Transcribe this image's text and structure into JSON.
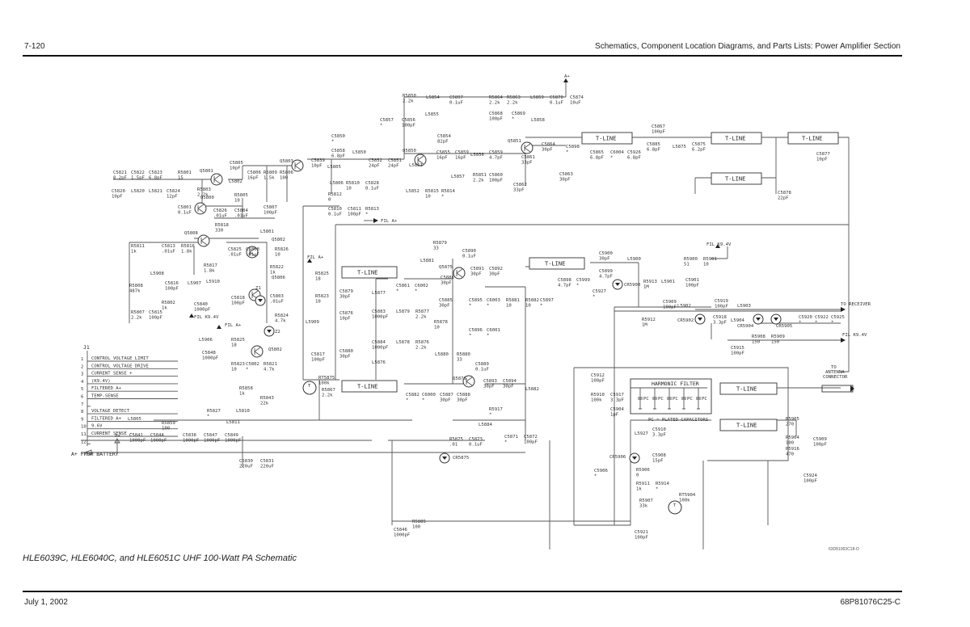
{
  "header": {
    "page_number": "7-120",
    "section_title": "Schematics, Component Location Diagrams, and Parts Lists: Power Amplifier Section"
  },
  "figure": {
    "caption": "HLE6039C, HLE6040C, and HLE6051C UHF 100-Watt PA Schematic",
    "drawing_code": "63D81063C18-O"
  },
  "footer": {
    "date": "July 1, 2002",
    "doc_number": "68P81076C25-C"
  },
  "connector_j1": {
    "name": "J1",
    "pins": [
      {
        "num": "1",
        "label": "CONTROL VOLTAGE LIMIT"
      },
      {
        "num": "2",
        "label": "CONTROL VOLTAGE DRIVE"
      },
      {
        "num": "3",
        "label": "CURRENT SENSE +"
      },
      {
        "num": "4",
        "label": "(K9.4V)"
      },
      {
        "num": "5",
        "label": "FILTERED A+"
      },
      {
        "num": "6",
        "label": "TEMP-SENSE"
      },
      {
        "num": "7",
        "label": ""
      },
      {
        "num": "8",
        "label": "VOLTAGE DETECT"
      },
      {
        "num": "9",
        "label": "FILTERED A+"
      },
      {
        "num": "10",
        "label": "9.6V"
      },
      {
        "num": "11",
        "label": "CURRENT SENSE -"
      },
      {
        "num": "12",
        "label": ""
      }
    ],
    "battery_label": "A+ FROM BATTERY"
  },
  "blocks": {
    "tline": "T-LINE",
    "harmonic_filter": "HARMONIC FILTER",
    "pc_note": "PC = PLATED CAPACITORS",
    "pc": "PC",
    "to_receiver": "TO RECEIVER",
    "to_antenna": "TO ANTENNA CONNECTOR",
    "fil_k94v": "FIL K9.4V",
    "fil_a_plus": "FIL A+",
    "a_plus": "A+"
  },
  "components": [
    {
      "ref": "C5821",
      "val": "8.2pF"
    },
    {
      "ref": "C5822",
      "val": "1.5pF"
    },
    {
      "ref": "C5823",
      "val": "6.8pF"
    },
    {
      "ref": "R5801",
      "val": "15"
    },
    {
      "ref": "Q5801",
      "val": ""
    },
    {
      "ref": "C5805",
      "val": "10pF"
    },
    {
      "ref": "C5806",
      "val": "16pF"
    },
    {
      "ref": "R5809",
      "val": "1.5k"
    },
    {
      "ref": "R5806",
      "val": "100"
    },
    {
      "ref": "Q5803",
      "val": ""
    },
    {
      "ref": "C5820",
      "val": "10pF"
    },
    {
      "ref": "L5820",
      "val": ""
    },
    {
      "ref": "L5821",
      "val": ""
    },
    {
      "ref": "C5824",
      "val": "12pF"
    },
    {
      "ref": "R5803",
      "val": "2.2k"
    },
    {
      "ref": "L5802",
      "val": ""
    },
    {
      "ref": "Q5800",
      "val": ""
    },
    {
      "ref": "C5801",
      "val": "0.1uF"
    },
    {
      "ref": "R5805",
      "val": "10"
    },
    {
      "ref": "C5826",
      "val": ".01uF"
    },
    {
      "ref": "C5804",
      "val": ".01uF"
    },
    {
      "ref": "C5807",
      "val": "100pF"
    },
    {
      "ref": "R5818",
      "val": "330"
    },
    {
      "ref": "Q5808",
      "val": ""
    },
    {
      "ref": "L5801",
      "val": ""
    },
    {
      "ref": "Q5802",
      "val": ""
    },
    {
      "ref": "R5811",
      "val": "1k"
    },
    {
      "ref": "C5813",
      "val": ".01uF"
    },
    {
      "ref": "R5816",
      "val": "1.8k"
    },
    {
      "ref": "C5825",
      "val": ".01uF"
    },
    {
      "ref": "C5808",
      "val": ".01uF"
    },
    {
      "ref": "R5826",
      "val": "10"
    },
    {
      "ref": "R5817",
      "val": "1.8k"
    },
    {
      "ref": "L5908",
      "val": ""
    },
    {
      "ref": "R5808",
      "val": "487k"
    },
    {
      "ref": "C5816",
      "val": "100pF"
    },
    {
      "ref": "L5907",
      "val": ""
    },
    {
      "ref": "L5910",
      "val": ""
    },
    {
      "ref": "R5822",
      "val": "1k"
    },
    {
      "ref": "Q5806",
      "val": ""
    },
    {
      "ref": "R5825",
      "val": "18"
    },
    {
      "ref": "R5823",
      "val": "10"
    },
    {
      "ref": "C5840",
      "val": "1000pF"
    },
    {
      "ref": "C5818",
      "val": "100pF"
    },
    {
      "ref": "Z1",
      "val": ""
    },
    {
      "ref": "C5803",
      "val": ".01uF"
    },
    {
      "ref": "R5802",
      "val": "1k"
    },
    {
      "ref": "R5807",
      "val": "2.2k"
    },
    {
      "ref": "C5815",
      "val": "100pF"
    },
    {
      "ref": "R5824",
      "val": "4.7k"
    },
    {
      "ref": "Z2",
      "val": ""
    },
    {
      "ref": "L5909",
      "val": ""
    },
    {
      "ref": "L5906",
      "val": ""
    },
    {
      "ref": "R5825b",
      "val": "18"
    },
    {
      "ref": "C5848",
      "val": "1000pF"
    },
    {
      "ref": "Q5802b",
      "val": ""
    },
    {
      "ref": "C5817",
      "val": "100pF"
    },
    {
      "ref": "R5823b",
      "val": "10"
    },
    {
      "ref": "C5802",
      "val": "*"
    },
    {
      "ref": "R5821",
      "val": "4.7k"
    },
    {
      "ref": "RT5875",
      "val": "100k"
    },
    {
      "ref": "R5858",
      "val": "1k"
    },
    {
      "ref": "R5843",
      "val": "22k"
    },
    {
      "ref": "R5867",
      "val": "2.2k"
    },
    {
      "ref": "R5827",
      "val": "*"
    },
    {
      "ref": "L5810",
      "val": ""
    },
    {
      "ref": "L5811",
      "val": ""
    },
    {
      "ref": "L5805",
      "val": ""
    },
    {
      "ref": "R5859",
      "val": "100"
    },
    {
      "ref": "C5841",
      "val": "1000pF"
    },
    {
      "ref": "C5844",
      "val": "1000pF"
    },
    {
      "ref": "C5838",
      "val": "1000pF"
    },
    {
      "ref": "C5847",
      "val": "1000pF"
    },
    {
      "ref": "C5849",
      "val": "1000pF"
    },
    {
      "ref": "C5830",
      "val": "220uF"
    },
    {
      "ref": "C5831",
      "val": "220uF"
    },
    {
      "ref": "C5850",
      "val": "*"
    },
    {
      "ref": "C5858",
      "val": "6.8pF"
    },
    {
      "ref": "L5850",
      "val": ""
    },
    {
      "ref": "C5839",
      "val": "10pF"
    },
    {
      "ref": "L5805b",
      "val": ""
    },
    {
      "ref": "C5852",
      "val": "24pF"
    },
    {
      "ref": "C5851",
      "val": "24pF"
    },
    {
      "ref": "Q5850",
      "val": ""
    },
    {
      "ref": "L5851",
      "val": ""
    },
    {
      "ref": "L5806",
      "val": ""
    },
    {
      "ref": "R5810",
      "val": "10"
    },
    {
      "ref": "C5828",
      "val": "0.1uF"
    },
    {
      "ref": "R5812",
      "val": "0"
    },
    {
      "ref": "C5810",
      "val": "0.1uF"
    },
    {
      "ref": "C5811",
      "val": "100pF"
    },
    {
      "ref": "R5813",
      "val": "*"
    },
    {
      "ref": "L5852",
      "val": ""
    },
    {
      "ref": "R5815",
      "val": "10"
    },
    {
      "ref": "R5814",
      "val": "*"
    },
    {
      "ref": "R5850",
      "val": "2.2k"
    },
    {
      "ref": "L5854",
      "val": ""
    },
    {
      "ref": "C5897",
      "val": "0.1uF"
    },
    {
      "ref": "L5855",
      "val": ""
    },
    {
      "ref": "C5857",
      "val": "*"
    },
    {
      "ref": "C5856",
      "val": "100pF"
    },
    {
      "ref": "C5854",
      "val": "82pF"
    },
    {
      "ref": "C5855",
      "val": "16pF"
    },
    {
      "ref": "C5859",
      "val": "16pF"
    },
    {
      "ref": "L5856",
      "val": ""
    },
    {
      "ref": "C5859b",
      "val": "4.7pF"
    },
    {
      "ref": "L5857",
      "val": ""
    },
    {
      "ref": "R5851",
      "val": "2.2k"
    },
    {
      "ref": "C5860",
      "val": "100pF"
    },
    {
      "ref": "Q5851",
      "val": ""
    },
    {
      "ref": "C5861",
      "val": "33pF"
    },
    {
      "ref": "C5862",
      "val": "33pF"
    },
    {
      "ref": "R5864",
      "val": "2.2k"
    },
    {
      "ref": "R5863",
      "val": "2.2k"
    },
    {
      "ref": "L5859",
      "val": ""
    },
    {
      "ref": "C5870",
      "val": "0.1uF"
    },
    {
      "ref": "C5874",
      "val": "10uF"
    },
    {
      "ref": "C5868",
      "val": "100pF"
    },
    {
      "ref": "C5869",
      "val": "*"
    },
    {
      "ref": "L5858",
      "val": ""
    },
    {
      "ref": "C5864",
      "val": "30pF"
    },
    {
      "ref": "C5898",
      "val": "*"
    },
    {
      "ref": "C5863",
      "val": "30pF"
    },
    {
      "ref": "C5865",
      "val": "6.8pF"
    },
    {
      "ref": "C6004",
      "val": "*"
    },
    {
      "ref": "C5926",
      "val": "6.8pF"
    },
    {
      "ref": "C5867",
      "val": "100pF"
    },
    {
      "ref": "C5885",
      "val": "6.8pF"
    },
    {
      "ref": "L5875",
      "val": ""
    },
    {
      "ref": "C5875",
      "val": "6.2pF"
    },
    {
      "ref": "C5877",
      "val": "10pF"
    },
    {
      "ref": "C5878",
      "val": "22pF"
    },
    {
      "ref": "R5879",
      "val": "33"
    },
    {
      "ref": "C5890",
      "val": "0.1uF"
    },
    {
      "ref": "L5881",
      "val": ""
    },
    {
      "ref": "Q5875",
      "val": ""
    },
    {
      "ref": "C5891",
      "val": "30pF"
    },
    {
      "ref": "C5892",
      "val": "30pF"
    },
    {
      "ref": "C5886",
      "val": "30pF"
    },
    {
      "ref": "C5861b",
      "val": "*"
    },
    {
      "ref": "C6002",
      "val": "*"
    },
    {
      "ref": "C5879",
      "val": "30pF"
    },
    {
      "ref": "L5877",
      "val": ""
    },
    {
      "ref": "C5876",
      "val": "10pF"
    },
    {
      "ref": "C5883",
      "val": "1000pF"
    },
    {
      "ref": "L5879",
      "val": ""
    },
    {
      "ref": "R5877",
      "val": "2.2k"
    },
    {
      "ref": "C5885b",
      "val": "30pF"
    },
    {
      "ref": "C5895",
      "val": "*"
    },
    {
      "ref": "C6003",
      "val": "*"
    },
    {
      "ref": "R5881",
      "val": "10"
    },
    {
      "ref": "R5882",
      "val": "10"
    },
    {
      "ref": "C5897b",
      "val": "*"
    },
    {
      "ref": "R5878",
      "val": "10"
    },
    {
      "ref": "C5896",
      "val": "*"
    },
    {
      "ref": "C6001",
      "val": "*"
    },
    {
      "ref": "C5884",
      "val": "1000pF"
    },
    {
      "ref": "L5878",
      "val": ""
    },
    {
      "ref": "R5876",
      "val": "2.2k"
    },
    {
      "ref": "C5880",
      "val": "30pF"
    },
    {
      "ref": "L5876",
      "val": ""
    },
    {
      "ref": "L5880",
      "val": ""
    },
    {
      "ref": "R5880",
      "val": "33"
    },
    {
      "ref": "C5889",
      "val": "0.1uF"
    },
    {
      "ref": "Q5876",
      "val": ""
    },
    {
      "ref": "C5893",
      "val": "30pF"
    },
    {
      "ref": "C5894",
      "val": "30pF"
    },
    {
      "ref": "L5882",
      "val": ""
    },
    {
      "ref": "C5882",
      "val": "*"
    },
    {
      "ref": "C6000",
      "val": "*"
    },
    {
      "ref": "C5887",
      "val": "30pF"
    },
    {
      "ref": "C5888",
      "val": "30pF"
    },
    {
      "ref": "R5917",
      "val": "*"
    },
    {
      "ref": "L5884",
      "val": ""
    },
    {
      "ref": "R5875",
      "val": ".01"
    },
    {
      "ref": "C5873",
      "val": "0.1uF"
    },
    {
      "ref": "C5871",
      "val": "*"
    },
    {
      "ref": "C5872",
      "val": "100pF"
    },
    {
      "ref": "CR5875",
      "val": ""
    },
    {
      "ref": "R5885",
      "val": "100"
    },
    {
      "ref": "C5846",
      "val": "1000pF"
    },
    {
      "ref": "C5900",
      "val": "30pF"
    },
    {
      "ref": "L5900",
      "val": ""
    },
    {
      "ref": "C5899",
      "val": "4.7pF"
    },
    {
      "ref": "C5898b",
      "val": "4.7pF"
    },
    {
      "ref": "C5999",
      "val": "*"
    },
    {
      "ref": "C5927",
      "val": "*"
    },
    {
      "ref": "CR5900",
      "val": ""
    },
    {
      "ref": "R5913",
      "val": "1M"
    },
    {
      "ref": "L5901",
      "val": ""
    },
    {
      "ref": "C5909",
      "val": "100pF"
    },
    {
      "ref": "R5912",
      "val": "1M"
    },
    {
      "ref": "R5900",
      "val": "51"
    },
    {
      "ref": "R5901",
      "val": "10"
    },
    {
      "ref": "C5901",
      "val": "100pF"
    },
    {
      "ref": "L5902",
      "val": ""
    },
    {
      "ref": "C5919",
      "val": "100pF"
    },
    {
      "ref": "L5903",
      "val": ""
    },
    {
      "ref": "CR5902",
      "val": ""
    },
    {
      "ref": "C5918",
      "val": "3.3pF"
    },
    {
      "ref": "L5904",
      "val": ""
    },
    {
      "ref": "CR5904",
      "val": ""
    },
    {
      "ref": "CR5905",
      "val": ""
    },
    {
      "ref": "C5920",
      "val": "*"
    },
    {
      "ref": "C5922",
      "val": "*"
    },
    {
      "ref": "C5925",
      "val": "*"
    },
    {
      "ref": "R5908",
      "val": "150"
    },
    {
      "ref": "R5909",
      "val": "150"
    },
    {
      "ref": "C5915",
      "val": "100pF"
    },
    {
      "ref": "C5912",
      "val": "100pF"
    },
    {
      "ref": "R5910",
      "val": "100k"
    },
    {
      "ref": "C5917",
      "val": "3.3pF"
    },
    {
      "ref": "C5904",
      "val": "1pF"
    },
    {
      "ref": "L5927",
      "val": ""
    },
    {
      "ref": "C5910",
      "val": "3.3pF"
    },
    {
      "ref": "CR5906",
      "val": ""
    },
    {
      "ref": "C5908",
      "val": "15pF"
    },
    {
      "ref": "C5906",
      "val": "*"
    },
    {
      "ref": "R5906",
      "val": "0"
    },
    {
      "ref": "R5911",
      "val": "1k"
    },
    {
      "ref": "R5914",
      "val": "*"
    },
    {
      "ref": "RT5904",
      "val": "100k"
    },
    {
      "ref": "R5907",
      "val": "33k"
    },
    {
      "ref": "C5921",
      "val": "100pF"
    },
    {
      "ref": "R5905",
      "val": "270"
    },
    {
      "ref": "R5904",
      "val": "100"
    },
    {
      "ref": "R5916",
      "val": "470"
    },
    {
      "ref": "C5909b",
      "val": "100pF"
    },
    {
      "ref": "C5924",
      "val": "100pF"
    }
  ],
  "labels": {
    "C5821": [
      "C5821",
      "8.2pF"
    ],
    "C5822": [
      "C5822",
      "1.5pF"
    ],
    "C5823": [
      "C5823",
      "6.8pF"
    ],
    "R5801": [
      "R5801",
      "15"
    ],
    "Q5801": [
      "Q5801"
    ],
    "C5805": [
      "C5805",
      "10pF"
    ],
    "C5806": [
      "C5806",
      "16pF"
    ],
    "R5809": [
      "R5809",
      "1.5k"
    ],
    "R5806": [
      "R5806",
      "100"
    ],
    "Q5803": [
      "Q5803"
    ],
    "C5820": [
      "C5820",
      "10pF"
    ],
    "L5820": [
      "L5820"
    ],
    "L5821": [
      "L5821"
    ],
    "C5824": [
      "C5824",
      "12pF"
    ],
    "R5803": [
      "R5803",
      "2.2k"
    ],
    "L5802": [
      "L5802"
    ],
    "Q5800": [
      "Q5800"
    ],
    "C5801": [
      "C5801",
      "0.1uF"
    ],
    "R5805": [
      "R5805",
      "10"
    ],
    "C5826": [
      "C5826",
      ".01uF"
    ],
    "C5804": [
      "C5804",
      ".01uF"
    ],
    "C5807": [
      "C5807",
      "100pF"
    ],
    "R5818": [
      "R5818",
      "330"
    ],
    "Q5808": [
      "Q5808"
    ],
    "L5801": [
      "L5801"
    ],
    "Q5802": [
      "Q5802"
    ],
    "R5811": [
      "R5811",
      "1k"
    ],
    "C5813": [
      "C5813",
      ".01uF"
    ],
    "R5816": [
      "R5816",
      "1.8k"
    ],
    "C5825": [
      "C5825",
      ".01uF"
    ],
    "C5808": [
      "C5808",
      ".01uF"
    ],
    "R5826": [
      "R5826",
      "10"
    ],
    "R5817": [
      "R5817",
      "1.8k"
    ],
    "L5908": [
      "L5908"
    ],
    "R5808": [
      "R5808",
      "487k"
    ],
    "C5816": [
      "C5816",
      "100pF"
    ],
    "L5907": [
      "L5907"
    ],
    "L5910": [
      "L5910"
    ],
    "R5822": [
      "R5822",
      "1k"
    ],
    "Q5806": [
      "Q5806"
    ],
    "R5825": [
      "R5825",
      "18"
    ],
    "R5823": [
      "R5823",
      "10"
    ],
    "C5840": [
      "C5840",
      "1000pF"
    ],
    "C5818": [
      "C5818",
      "100pF"
    ],
    "Z1": [
      "Z1"
    ],
    "C5803": [
      "C5803",
      ".01uF"
    ],
    "R5802": [
      "R5802",
      "1k"
    ],
    "R5807": [
      "R5807",
      "2.2k"
    ],
    "C5815": [
      "C5815",
      "100pF"
    ],
    "R5824": [
      "R5824",
      "4.7k"
    ],
    "Z2": [
      "Z2"
    ],
    "L5909": [
      "L5909"
    ],
    "L5906": [
      "L5906"
    ],
    "R5825b": [
      "R5825",
      "18"
    ],
    "C5848": [
      "C5848",
      "1000pF"
    ],
    "Q5802b": [
      "Q5802"
    ],
    "C5817": [
      "C5817",
      "100pF"
    ],
    "R5823b": [
      "R5823",
      "10"
    ],
    "C5802": [
      "C5802",
      "*"
    ],
    "R5821": [
      "R5821",
      "4.7k"
    ],
    "RT5875": [
      "RT5875",
      "100k"
    ],
    "R5858": [
      "R5858",
      "1k"
    ],
    "R5843": [
      "R5843",
      "22k"
    ],
    "R5867": [
      "R5867",
      "2.2k"
    ],
    "R5827": [
      "R5827",
      "*"
    ],
    "L5810": [
      "L5810"
    ],
    "L5811": [
      "L5811"
    ],
    "L5805": [
      "L5805"
    ],
    "R5859": [
      "R5859",
      "100"
    ],
    "C5841": [
      "C5841",
      "1000pF"
    ],
    "C5844": [
      "C5844",
      "1000pF"
    ],
    "C5838": [
      "C5838",
      "1000pF"
    ],
    "C5847": [
      "C5847",
      "1000pF"
    ],
    "C5849": [
      "C5849",
      "1000pF"
    ],
    "C5830": [
      "C5830",
      "220uF"
    ],
    "C5831": [
      "C5831",
      "220uF"
    ]
  }
}
